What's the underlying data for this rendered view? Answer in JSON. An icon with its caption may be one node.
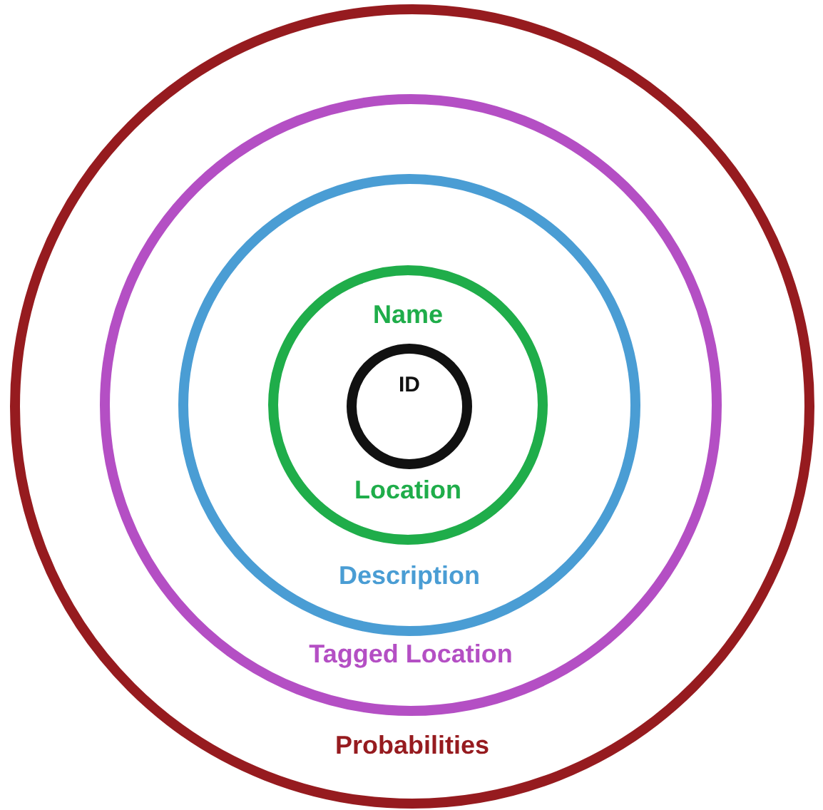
{
  "diagram": {
    "nodes": [
      {
        "text": [
          "Probabilities"
        ]
      },
      {
        "text": [
          "Tagged Location"
        ],
        "in": 0
      },
      {
        "text": [
          "Description"
        ],
        "in": 1
      },
      {
        "text": [
          "Name",
          "Location"
        ],
        "in": 2
      },
      {
        "text": [
          "ID"
        ],
        "in": 3
      }
    ]
  }
}
